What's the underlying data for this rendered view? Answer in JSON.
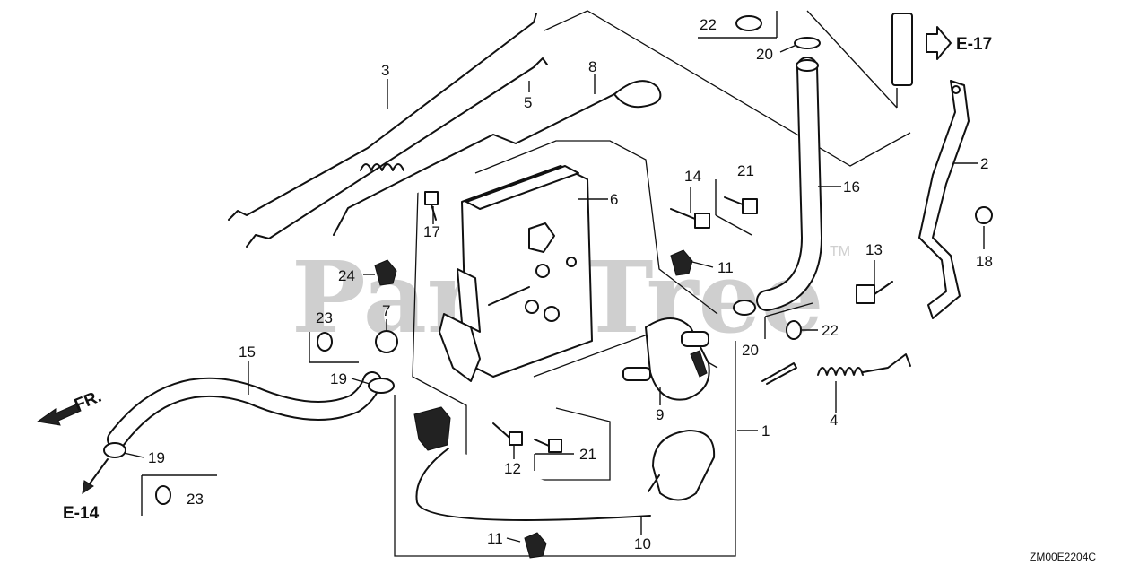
{
  "watermark": {
    "text": "PartsTree",
    "tm": "TM"
  },
  "drawing_code": "ZM00E2204C",
  "refs": {
    "e17": "E-17",
    "e14": "E-14",
    "front": "FR."
  },
  "callouts": {
    "c1": "1",
    "c2": "2",
    "c3": "3",
    "c4": "4",
    "c5": "5",
    "c6": "6",
    "c7": "7",
    "c8": "8",
    "c9": "9",
    "c10": "10",
    "c11a": "11",
    "c11b": "11",
    "c12": "12",
    "c13": "13",
    "c14": "14",
    "c15": "15",
    "c16": "16",
    "c17": "17",
    "c18": "18",
    "c19a": "19",
    "c19b": "19",
    "c20a": "20",
    "c20b": "20",
    "c21a": "21",
    "c21b": "21",
    "c22a": "22",
    "c22b": "22",
    "c23a": "23",
    "c23b": "23",
    "c24": "24"
  }
}
